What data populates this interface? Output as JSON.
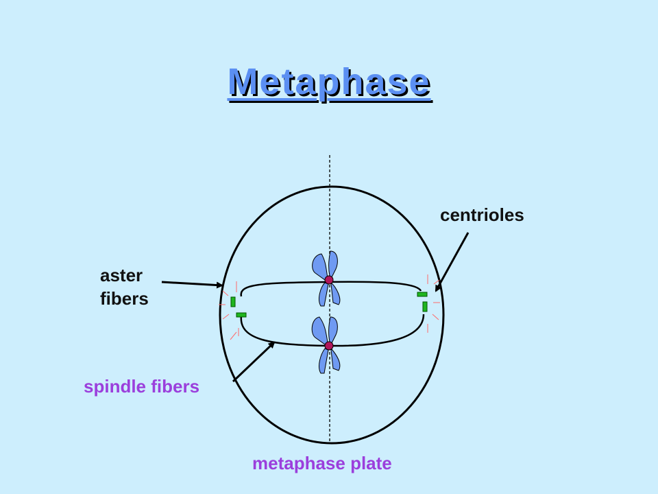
{
  "title": "Metaphase",
  "labels": {
    "centrioles": "centrioles",
    "aster_fibers": "aster fibers",
    "spindle_fibers": "spindle fibers",
    "metaphase_plate": "metaphase plate"
  },
  "colors": {
    "background": "#cdeefd",
    "title": "#5b8ff2",
    "chromosome": "#6f9af2",
    "centromere": "#b0165a",
    "centriole": "#1fb51f",
    "aster": "#ff6b6b",
    "label_dark": "#111111",
    "label_purple": "#9b3fdc"
  }
}
